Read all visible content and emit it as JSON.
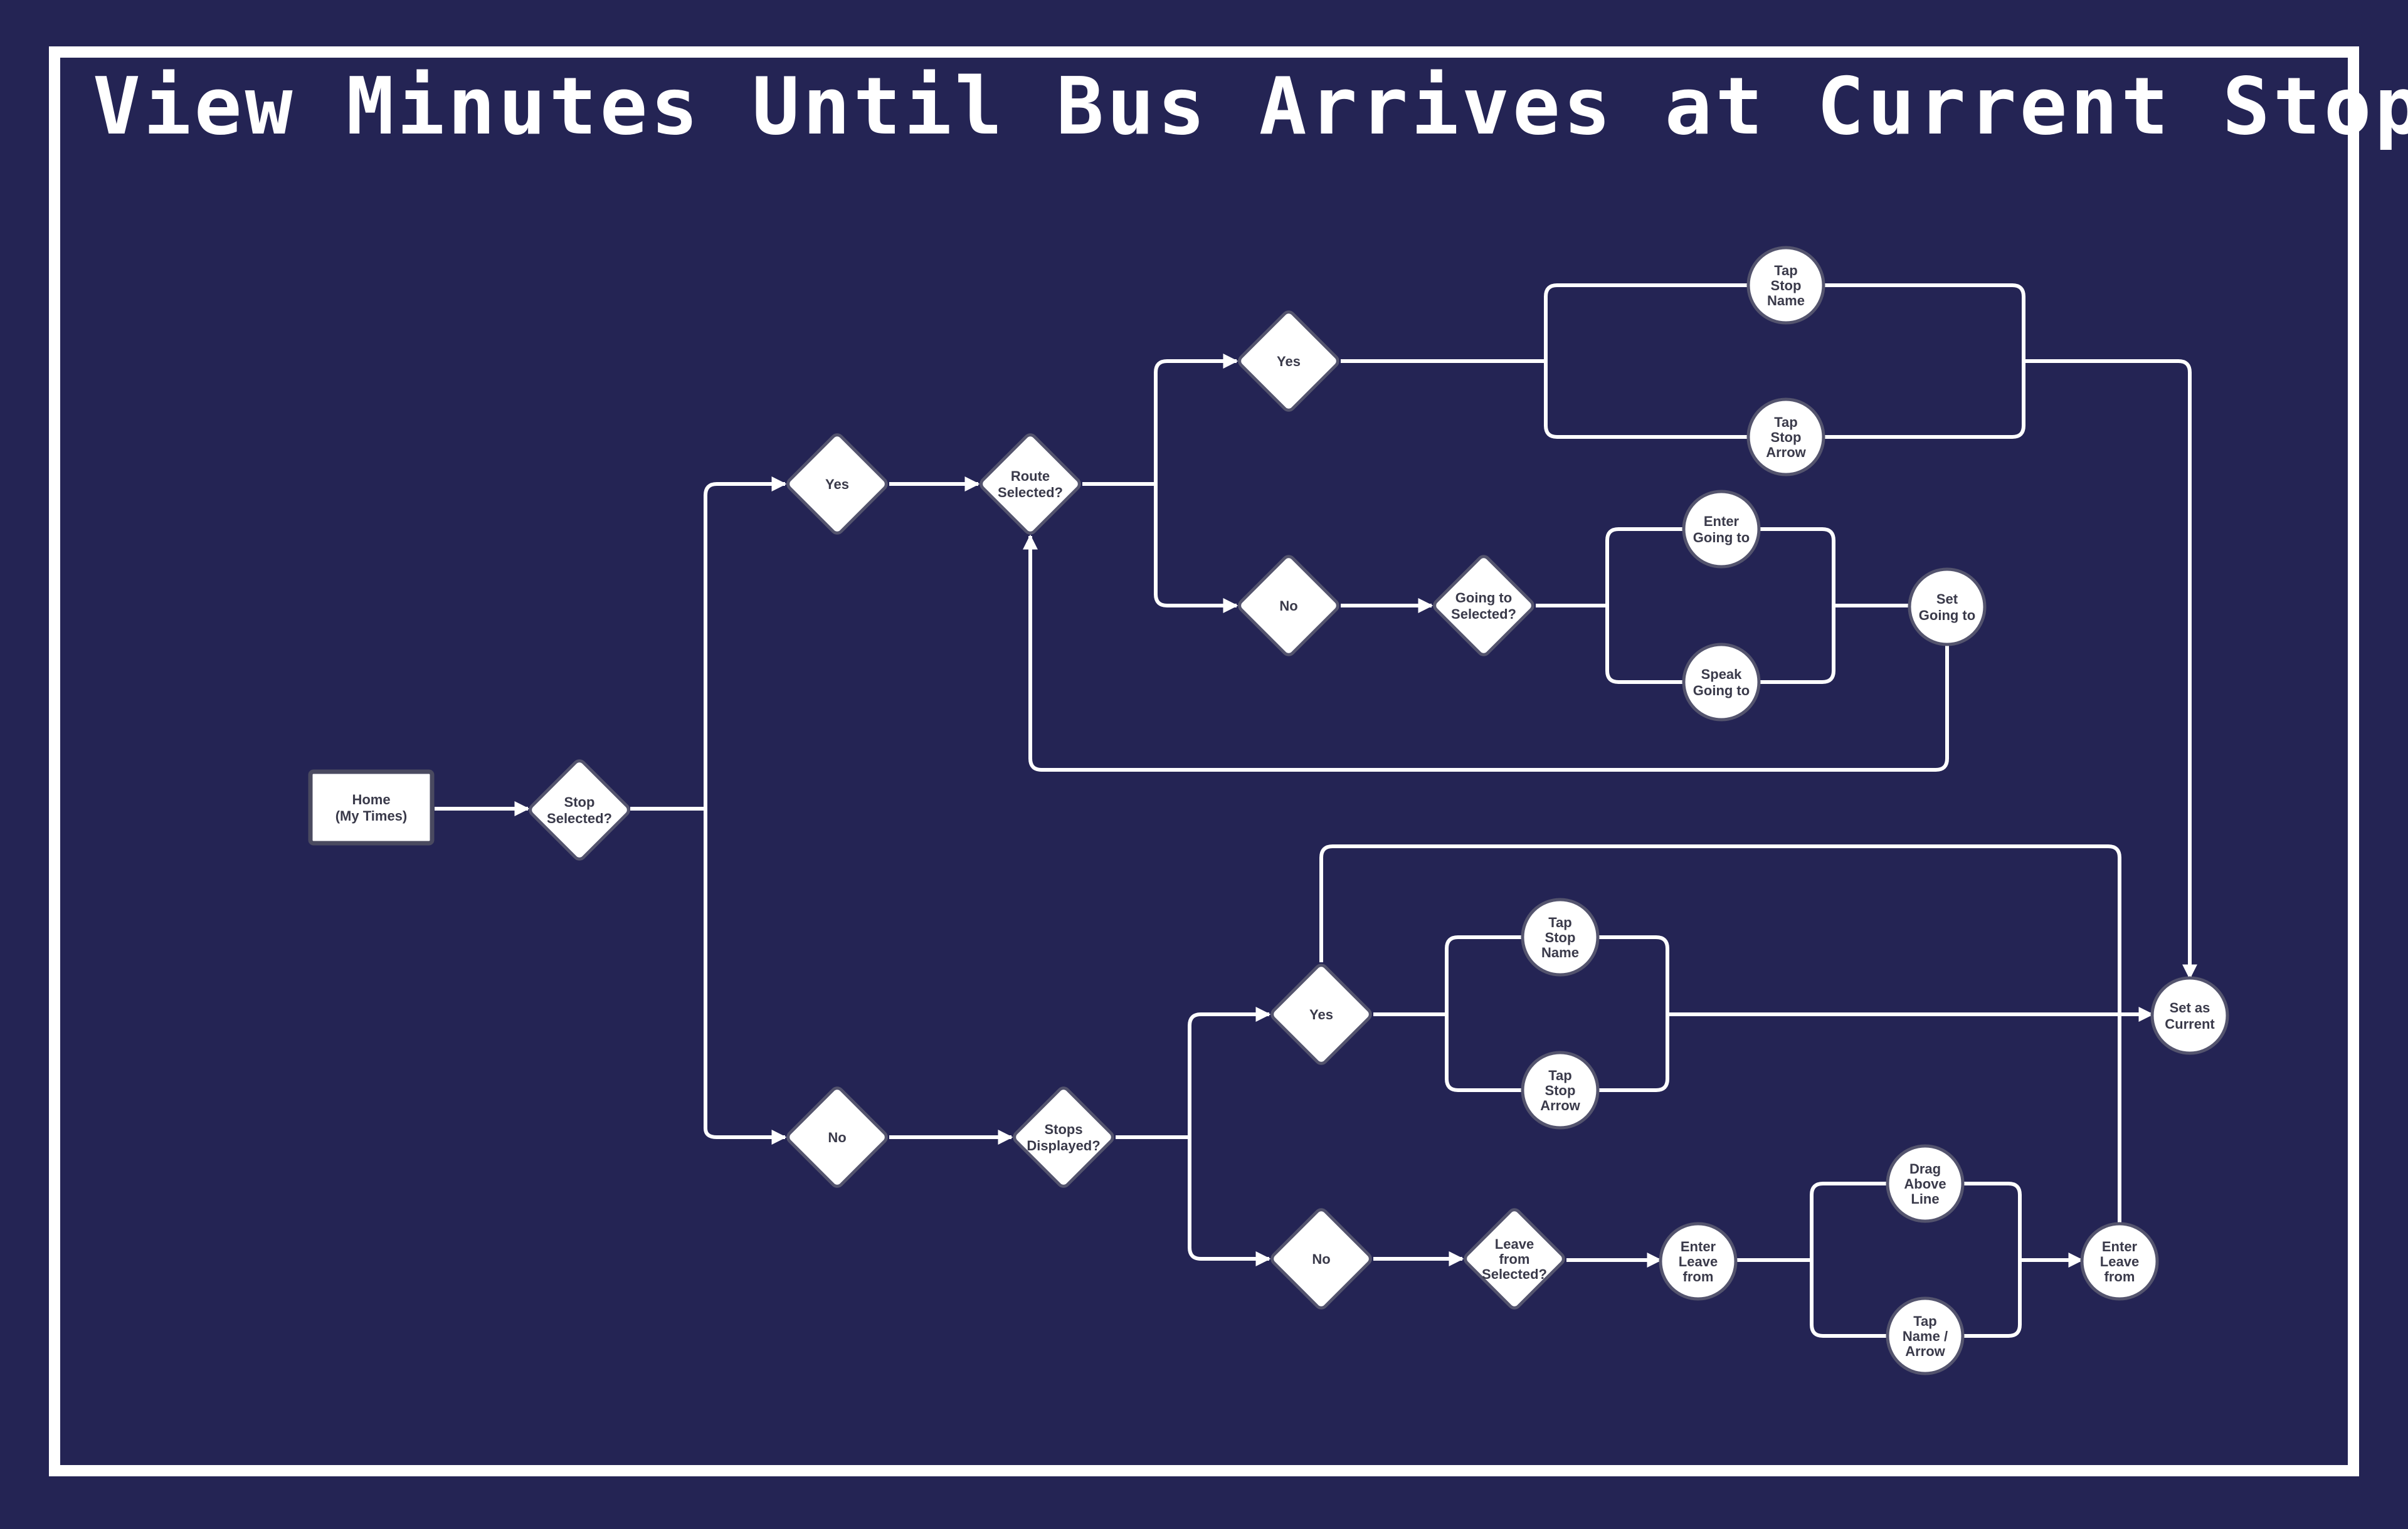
{
  "title": "View Minutes Until Bus Arrives at Current Stop",
  "colors": {
    "background": "#242454",
    "foreground": "#ffffff",
    "node_text": "#3a3a4a"
  },
  "nodes": {
    "home": [
      "Home",
      "(My Times)"
    ],
    "stop_selected": [
      "Stop",
      "Selected?"
    ],
    "yes_stop": [
      "Yes"
    ],
    "no_stop": [
      "No"
    ],
    "route_selected": [
      "Route",
      "Selected?"
    ],
    "yes_route": [
      "Yes"
    ],
    "no_route": [
      "No"
    ],
    "tap_stop_name_1": [
      "Tap",
      "Stop",
      "Name"
    ],
    "tap_stop_arrow_1": [
      "Tap",
      "Stop",
      "Arrow"
    ],
    "going_to_selected": [
      "Going to",
      "Selected?"
    ],
    "enter_going_to": [
      "Enter",
      "Going to"
    ],
    "speak_going_to": [
      "Speak",
      "Going to"
    ],
    "set_going_to": [
      "Set",
      "Going to"
    ],
    "stops_displayed": [
      "Stops",
      "Displayed?"
    ],
    "yes_stops": [
      "Yes"
    ],
    "no_stops": [
      "No"
    ],
    "tap_stop_name_2": [
      "Tap",
      "Stop",
      "Name"
    ],
    "tap_stop_arrow_2": [
      "Tap",
      "Stop",
      "Arrow"
    ],
    "set_as_current": [
      "Set as",
      "Current"
    ],
    "leave_from_selected": [
      "Leave",
      "from",
      "Selected?"
    ],
    "enter_leave_from_1": [
      "Enter",
      "Leave",
      "from"
    ],
    "drag_above_line": [
      "Drag",
      "Above",
      "Line"
    ],
    "tap_name_arrow": [
      "Tap",
      "Name /",
      "Arrow"
    ],
    "enter_leave_from_2": [
      "Enter",
      "Leave",
      "from"
    ]
  }
}
